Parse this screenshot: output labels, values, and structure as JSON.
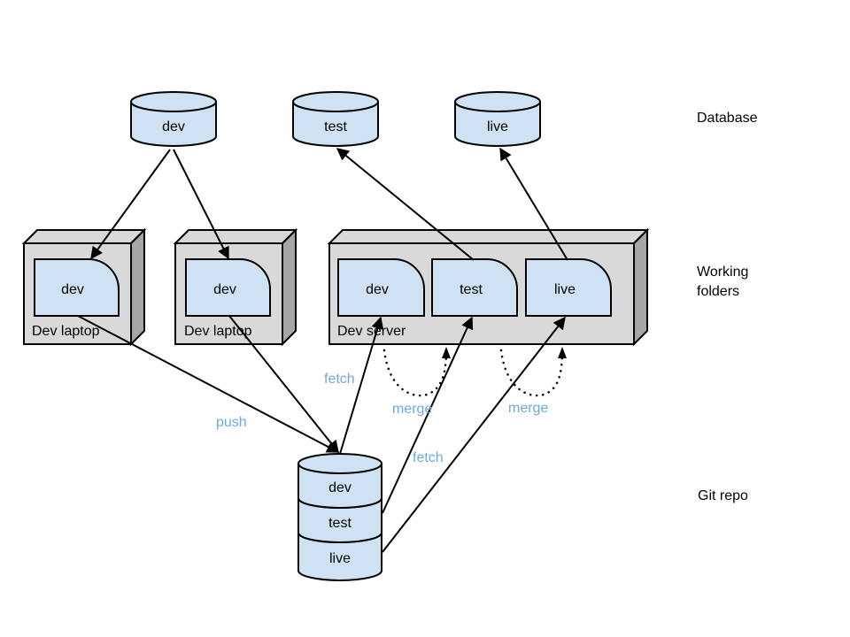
{
  "row_labels": {
    "database": "Database",
    "working_folders_line1": "Working",
    "working_folders_line2": "folders",
    "git_repo": "Git repo"
  },
  "databases": [
    {
      "id": "db-dev",
      "label": "dev"
    },
    {
      "id": "db-test",
      "label": "test"
    },
    {
      "id": "db-live",
      "label": "live"
    }
  ],
  "machines": [
    {
      "id": "laptop-1",
      "label": "Dev laptop",
      "folders": [
        "dev"
      ]
    },
    {
      "id": "laptop-2",
      "label": "Dev laptop",
      "folders": [
        "dev"
      ]
    },
    {
      "id": "server",
      "label": "Dev server",
      "folders": [
        "dev",
        "test",
        "live"
      ]
    }
  ],
  "git_repo": {
    "branches": [
      "dev",
      "test",
      "live"
    ]
  },
  "edge_labels": {
    "push": "push",
    "fetch_1": "fetch",
    "fetch_2": "fetch",
    "merge_1": "merge",
    "merge_2": "merge"
  },
  "colors": {
    "shape_fill": "#cfe2f3",
    "box_fill": "#d9d9d9",
    "box_side": "#a6a6a6",
    "edge_label": "#6fa8dc"
  }
}
